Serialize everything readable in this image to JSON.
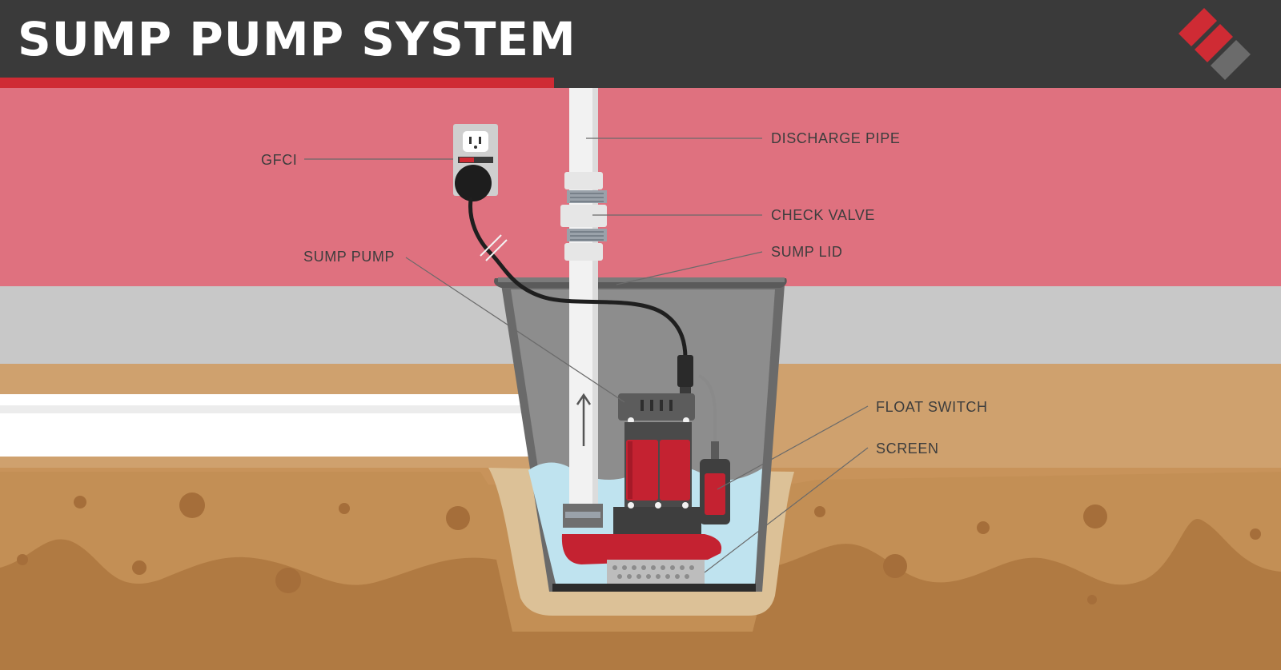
{
  "title": "SUMP PUMP SYSTEM",
  "labels": {
    "gfci": "GFCI",
    "discharge_pipe": "DISCHARGE PIPE",
    "check_valve": "CHECK VALVE",
    "sump_lid": "SUMP LID",
    "sump_pump": "SUMP PUMP",
    "float_switch": "FLOAT SWITCH",
    "screen": "SCREEN"
  },
  "colors": {
    "header": "#3a3a3a",
    "accent_red": "#cf2b34",
    "wall_pink": "#df717f",
    "floor_gray": "#c8c8c8",
    "soil_light": "#cfa16e",
    "soil_dark": "#b07a42",
    "water": "#bfe3ef",
    "pump_red": "#c42231"
  },
  "icons": [
    "brand-logo-icon",
    "outlet-icon",
    "plug-icon",
    "flow-arrow-icon"
  ]
}
